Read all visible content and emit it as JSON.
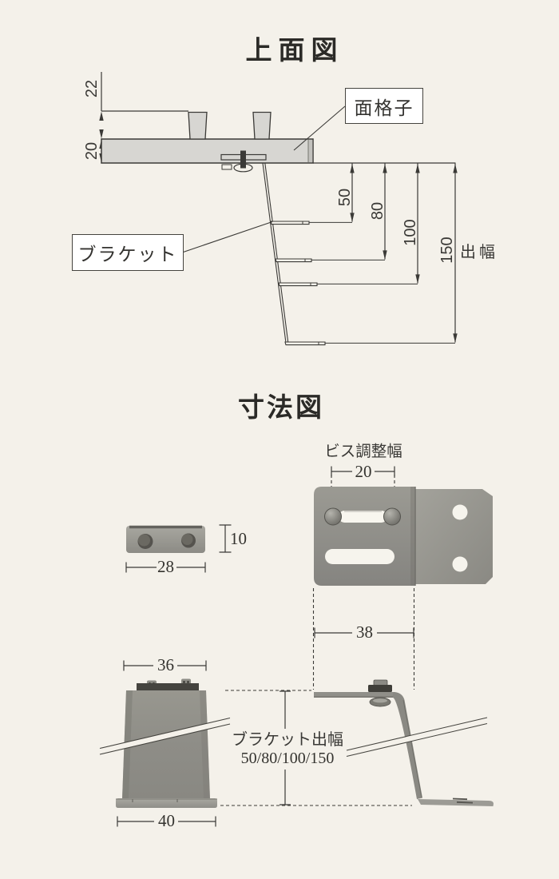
{
  "colors": {
    "background": "#f4f1ea",
    "line": "#3b3a37",
    "grille_fill": "#d7d6d2",
    "metal": "#8f8e88",
    "metal_light": "#a4a39c",
    "metal_dark": "#6f6e68",
    "hole_white": "#f6f4ed"
  },
  "top_view": {
    "title": "上面図",
    "grille_label": "面格子",
    "bracket_label": "ブラケット",
    "depth_label": "出幅",
    "dim_height_upper": "22",
    "dim_height_lower": "20",
    "dim_depths": [
      "50",
      "80",
      "100",
      "150"
    ]
  },
  "dimension_view": {
    "title": "寸法図",
    "screw_adjust_label": "ビス調整幅",
    "dim_screw_adjust": "20",
    "dim_plate_height": "10",
    "dim_plate_width": "28",
    "dim_wall_offset": "38",
    "dim_body_top_width": "36",
    "dim_base_width": "40",
    "bracket_depth_label": "ブラケット出幅",
    "bracket_depth_values": "50/80/100/150"
  }
}
